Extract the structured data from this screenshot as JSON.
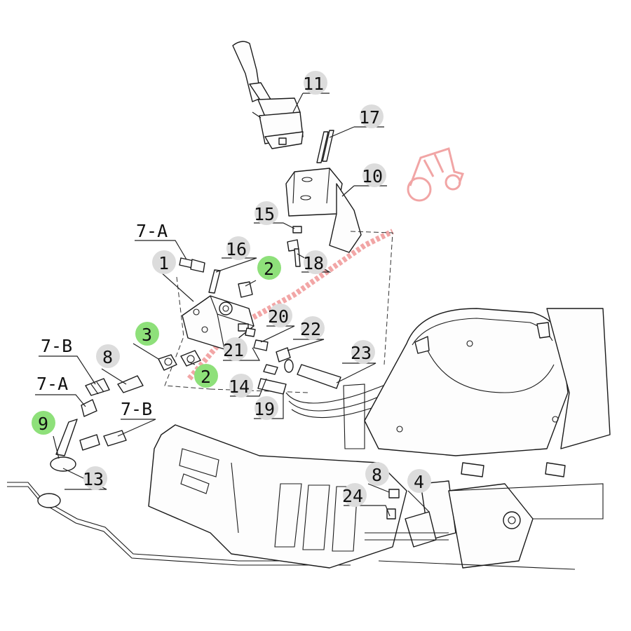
{
  "watermark": {
    "color": "#e23a3a"
  },
  "callouts": [
    {
      "id": "11",
      "text": "11",
      "highlight": false
    },
    {
      "id": "17",
      "text": "17",
      "highlight": false
    },
    {
      "id": "10",
      "text": "10",
      "highlight": false
    },
    {
      "id": "15",
      "text": "15",
      "highlight": false
    },
    {
      "id": "18",
      "text": "18",
      "highlight": false
    },
    {
      "id": "7a-top",
      "text": "7-A",
      "highlight": false
    },
    {
      "id": "16",
      "text": "16",
      "highlight": false
    },
    {
      "id": "2-top",
      "text": "2",
      "highlight": true
    },
    {
      "id": "1",
      "text": "1",
      "highlight": false
    },
    {
      "id": "20",
      "text": "20",
      "highlight": false
    },
    {
      "id": "22",
      "text": "22",
      "highlight": false
    },
    {
      "id": "3",
      "text": "3",
      "highlight": true
    },
    {
      "id": "21",
      "text": "21",
      "highlight": false
    },
    {
      "id": "23",
      "text": "23",
      "highlight": false
    },
    {
      "id": "7b-left",
      "text": "7-B",
      "highlight": false
    },
    {
      "id": "8-left",
      "text": "8",
      "highlight": false
    },
    {
      "id": "2-bottom",
      "text": "2",
      "highlight": true
    },
    {
      "id": "14",
      "text": "14",
      "highlight": false
    },
    {
      "id": "7a-left",
      "text": "7-A",
      "highlight": false
    },
    {
      "id": "19",
      "text": "19",
      "highlight": false
    },
    {
      "id": "7b-right",
      "text": "7-B",
      "highlight": false
    },
    {
      "id": "9",
      "text": "9",
      "highlight": true
    },
    {
      "id": "13",
      "text": "13",
      "highlight": false
    },
    {
      "id": "8-right",
      "text": "8",
      "highlight": false
    },
    {
      "id": "4",
      "text": "4",
      "highlight": false
    },
    {
      "id": "24",
      "text": "24",
      "highlight": false
    }
  ],
  "colors": {
    "highlight": "#8ee07a",
    "bubble": "#dcdcdc",
    "line": "#1a1a1a"
  }
}
